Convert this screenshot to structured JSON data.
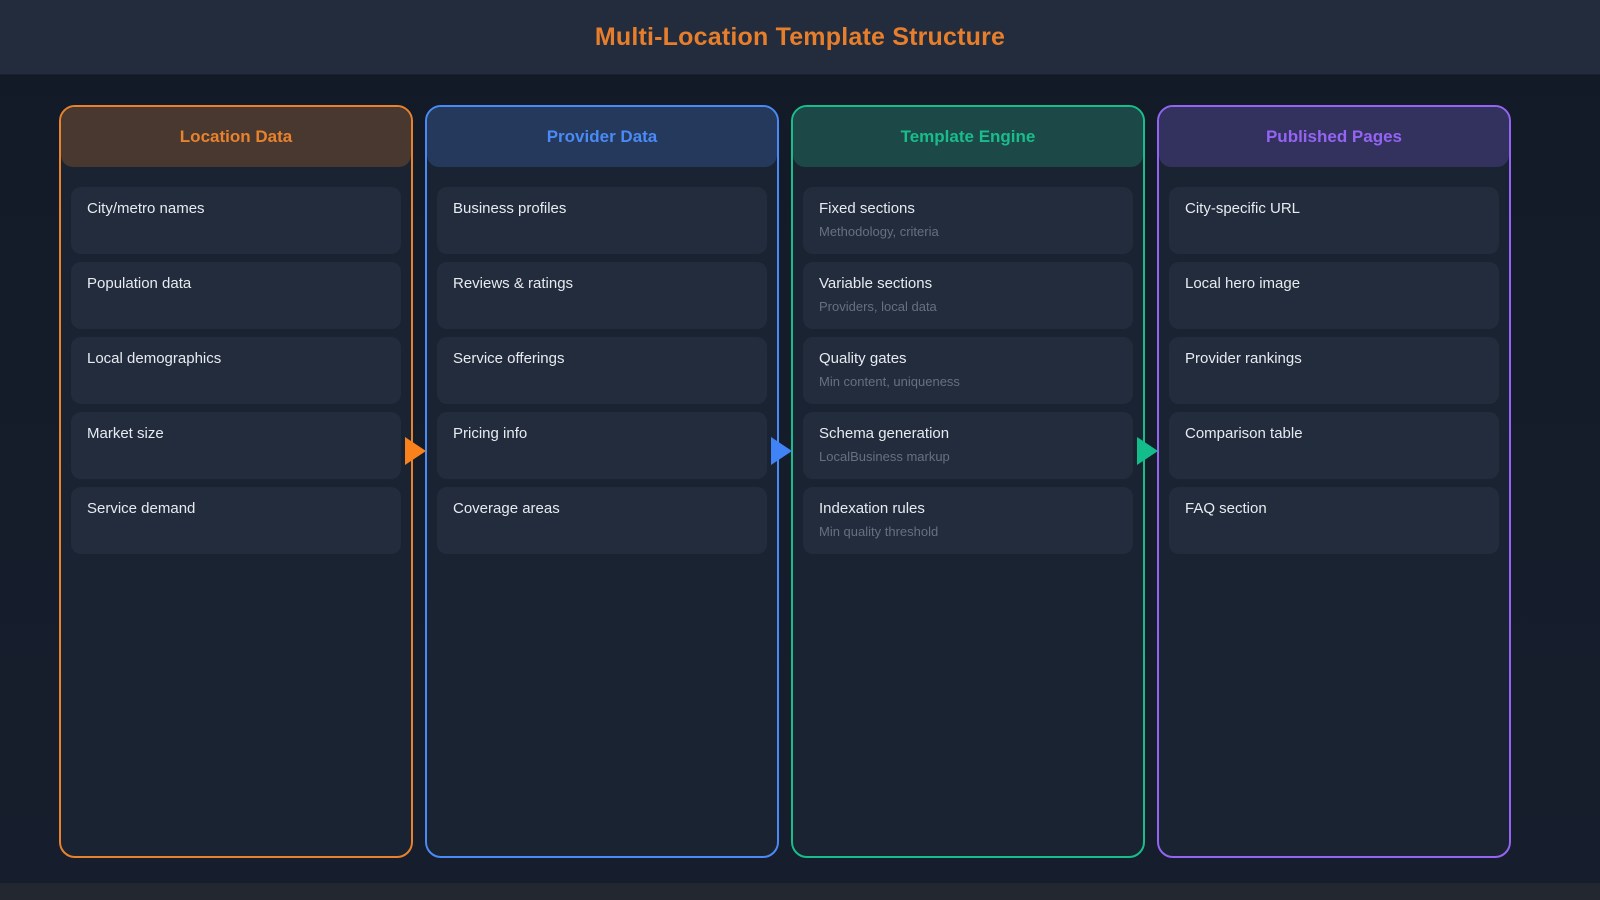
{
  "title": "Multi-Location Template Structure",
  "title_color": "#e67e2b",
  "columns": [
    {
      "title": "Location Data",
      "accent": "#e8822d",
      "items": [
        {
          "label": "City/metro names"
        },
        {
          "label": "Population data"
        },
        {
          "label": "Local demographics"
        },
        {
          "label": "Market size"
        },
        {
          "label": "Service demand"
        }
      ]
    },
    {
      "title": "Provider Data",
      "accent": "#4a8af6",
      "items": [
        {
          "label": "Business profiles"
        },
        {
          "label": "Reviews & ratings"
        },
        {
          "label": "Service offerings"
        },
        {
          "label": "Pricing info"
        },
        {
          "label": "Coverage areas"
        }
      ]
    },
    {
      "title": "Template Engine",
      "accent": "#19bd8b",
      "items": [
        {
          "label": "Fixed sections",
          "sublabel": "Methodology, criteria"
        },
        {
          "label": "Variable sections",
          "sublabel": "Providers, local data"
        },
        {
          "label": "Quality gates",
          "sublabel": "Min content, uniqueness"
        },
        {
          "label": "Schema generation",
          "sublabel": "LocalBusiness markup"
        },
        {
          "label": "Indexation rules",
          "sublabel": "Min quality threshold"
        }
      ]
    },
    {
      "title": "Published Pages",
      "accent": "#9464f3",
      "items": [
        {
          "label": "City-specific URL"
        },
        {
          "label": "Local hero image"
        },
        {
          "label": "Provider rankings"
        },
        {
          "label": "Comparison table"
        },
        {
          "label": "FAQ section"
        }
      ]
    }
  ],
  "arrows": [
    {
      "name": "location-to-provider",
      "color": "#f9821c"
    },
    {
      "name": "provider-to-template",
      "color": "#3f83f7"
    },
    {
      "name": "template-to-published",
      "color": "#12bc8b"
    }
  ]
}
